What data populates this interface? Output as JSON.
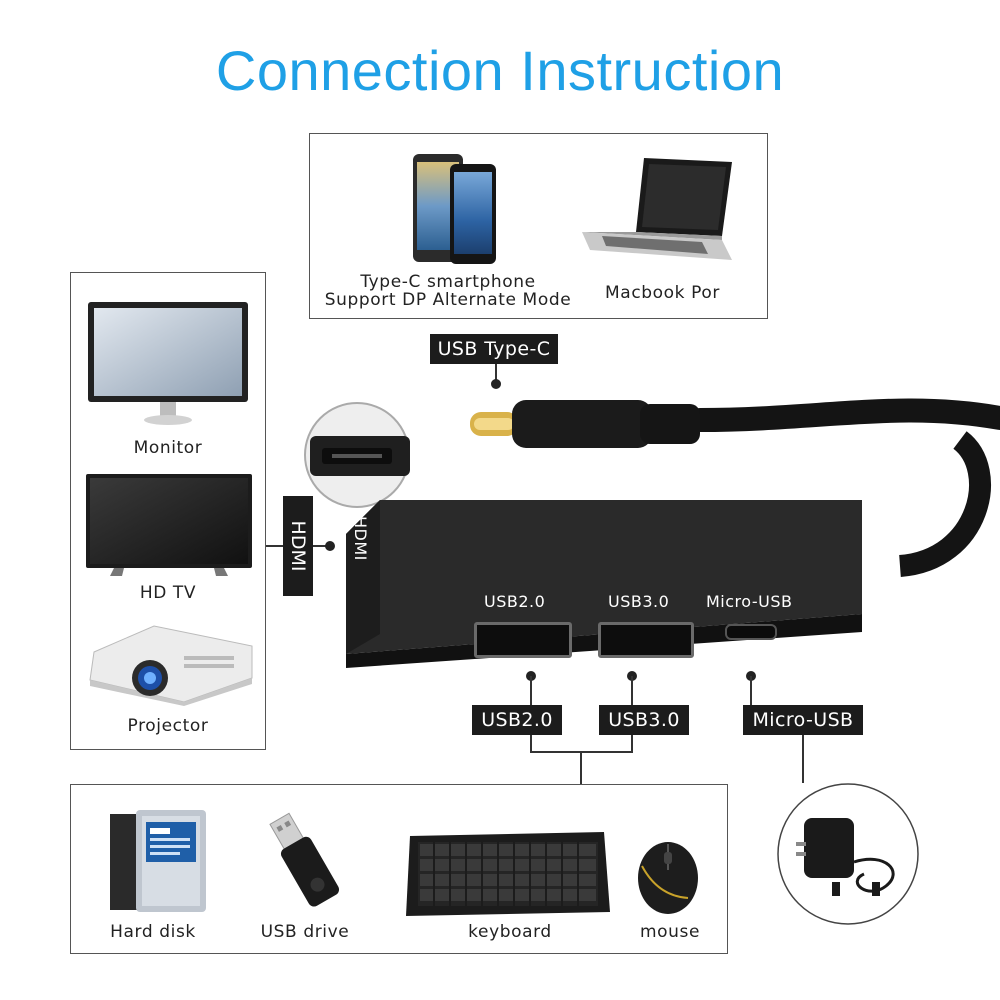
{
  "title": "Connection Instruction",
  "top_panel": {
    "smartphone_caption_line1": "Type-C smartphone",
    "smartphone_caption_line2": "Support DP Alternate Mode",
    "laptop_caption": "Macbook Por"
  },
  "left_panel": {
    "monitor_caption": "Monitor",
    "tv_caption": "HD TV",
    "projector_caption": "Projector"
  },
  "bottom_panel": {
    "hdd_caption": "Hard disk",
    "usb_drive_caption": "USB drive",
    "keyboard_caption": "keyboard",
    "mouse_caption": "mouse"
  },
  "connector_tags": {
    "usb_type_c": "USB Type-C",
    "hdmi": "HDMI",
    "usb2": "USB2.0",
    "usb3": "USB3.0",
    "micro_usb": "Micro-USB"
  },
  "hub_labels": {
    "hdmi": "HDMI",
    "usb2": "USB2.0",
    "usb3": "USB3.0",
    "micro_usb": "Micro-USB"
  },
  "colors": {
    "title": "#1fa0e6",
    "tag_background": "#1c1c1c",
    "hub_body": "#1e1e1e"
  }
}
